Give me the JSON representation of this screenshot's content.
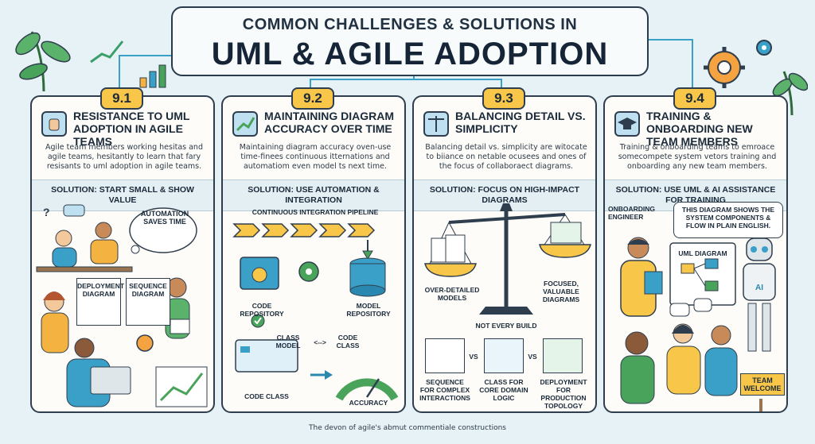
{
  "header": {
    "subtitle": "COMMON CHALLENGES & SOLUTIONS IN",
    "title": "UML & AGILE ADOPTION"
  },
  "panels": [
    {
      "number": "9.1",
      "title": "Resistance to UML Adoption in Agile Teams",
      "description": "Agile team members working hesitas and agile teams, hesitantly to learn that fary resisants to uml adoption in agile teams.",
      "solution": "SOLUTION: START SMALL & SHOW VALUE",
      "labels": {
        "bubble": "AUTOMATION SAVES TIME",
        "deployment": "DEPLOYMENT DIAGRAM",
        "sequence": "SEQUENCE DIAGRAM"
      }
    },
    {
      "number": "9.2",
      "title": "Maintaining Diagram Accuracy Over Time",
      "description": "Maintaining diagram accuracy oven-use time-finees continuous itternations and automatiom even model ts next time.",
      "solution": "SOLUTION: USE AUTOMATION & INTEGRATION",
      "labels": {
        "pipeline": "CONTINUOUS INTEGRATION PIPELINE",
        "code_repo": "CODE REPOSITORY",
        "model_repo": "MODEL REPOSITORY",
        "class_model": "CLASS MODEL",
        "code_class": "CODE CLASS",
        "code_class_box": "CODE CLASS",
        "accuracy": "ACCURACY",
        "arrows": "<-->"
      }
    },
    {
      "number": "9.3",
      "title": "Balancing Detail vs. Simplicity",
      "description": "Balancing detail vs. simplicity are witocate to biiance on netable ocusees and ones of the focus of collaboraect diagrams.",
      "solution": "SOLUTION: FOCUS ON HIGH-IMPACT DIAGRAMS",
      "labels": {
        "left_pan": "OVER-DETAILED MODELS",
        "right_pan": "FOCUSED, VALUABLE DIAGRAMS",
        "not_every": "NOT EVERY BUILD",
        "vs1": "VS",
        "vs2": "VS",
        "seq": "SEQUENCE for COMPLEX INTERACTIONS",
        "cls": "CLASS for CORE DOMAIN LOGIC",
        "dep": "DEPLOYMENT for PRODUCTION TOPOLOGY"
      }
    },
    {
      "number": "9.4",
      "title": "Training & Onboarding New Team Members",
      "description": "Training & onboarding teams to emroace somecompete system vetors training and onboarding any new team members.",
      "solution": "SOLUTION: USE UML & AI ASSISTANCE FOR TRAINING",
      "labels": {
        "engineer": "ONBOARDING ENGINEER",
        "bubble": "THIS DIAGRAM SHOWS THE SYSTEM COMPONENTS & FLOW IN PLAIN ENGLISH.",
        "uml": "UML DIAGRAM",
        "ai": "AI",
        "welcome": "TEAM WELCOME"
      }
    }
  ],
  "footer": "The devon of agile's abmut commentiale constructions",
  "colors": {
    "background": "#e6f2f5",
    "badge": "#f8c74a",
    "outline": "#2f3e4e",
    "solution_band": "#e4eff4"
  }
}
